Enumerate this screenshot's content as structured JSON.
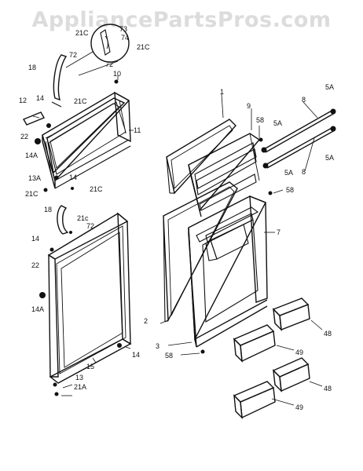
{
  "watermark": "AppliancePartsPros.com",
  "labels": {
    "p1": "1",
    "p2": "2",
    "p3": "3",
    "p7": "7",
    "p8a": "8",
    "p8b": "8",
    "p9": "9",
    "p10": "10",
    "p11": "11",
    "p12": "12",
    "p13": "13",
    "p13A": "13A",
    "p14a": "14",
    "p14b": "14",
    "p14c": "14",
    "p14d": "14",
    "p14Aa": "14A",
    "p14Ab": "14A",
    "p15": "15",
    "p18a": "18",
    "p18b": "18",
    "p21Aa": "21A",
    "p21Ca": "21C",
    "p21Cb": "21C",
    "p21Cc": "21C",
    "p21Cd": "21C",
    "p21Ce": "21C",
    "p21c": "21c",
    "p22a": "22",
    "p22b": "22",
    "p48a": "48",
    "p48b": "48",
    "p49a": "49",
    "p49b": "49",
    "p58a": "58",
    "p58b": "58",
    "p58c": "58",
    "p5Aa": "5A",
    "p5Ab": "5A",
    "p5Ac": "5A",
    "p5Ad": "5A",
    "p72a": "72",
    "p72b": "72",
    "p72c": "72",
    "p73": "73",
    "p74": "74"
  }
}
